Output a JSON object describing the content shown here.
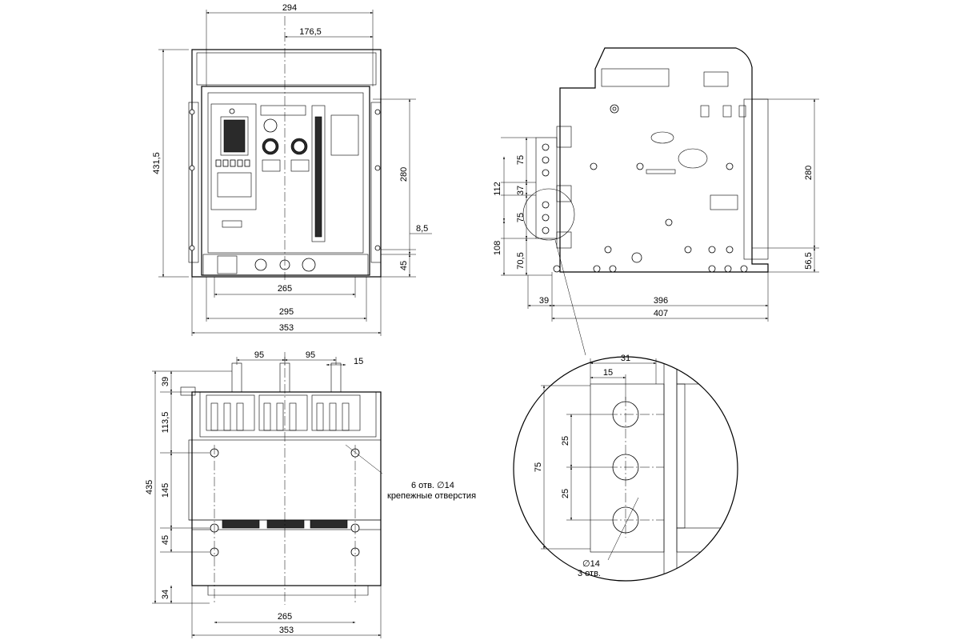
{
  "front_view": {
    "dims": {
      "overall_width": "294",
      "offset": "176,5",
      "height": "431,5",
      "terminal_height": "280",
      "gap": "8,5",
      "bottom": "45",
      "w265": "265",
      "w295": "295",
      "w353": "353"
    }
  },
  "side_view": {
    "dims": {
      "v75": "75",
      "v112": "112",
      "v37": "37",
      "v75b": "75",
      "v108": "108",
      "v70_5": "70,5",
      "h39": "39",
      "h396": "396",
      "h407": "407",
      "v280": "280",
      "v56_5": "56,5"
    }
  },
  "top_view": {
    "dims": {
      "p95a": "95",
      "p95b": "95",
      "p15": "15",
      "v39": "39",
      "v113_5": "113,5",
      "v435": "435",
      "v145": "145",
      "v45": "45",
      "v34": "34",
      "w265": "265",
      "w353": "353"
    },
    "note_line1": "6 отв. ∅14",
    "note_line2": "крепежные отверстия"
  },
  "detail_view": {
    "dims": {
      "d31": "31",
      "d15": "15",
      "d75": "75",
      "d25a": "25",
      "d25b": "25"
    },
    "note_line1": "∅14",
    "note_line2": "3 отв."
  }
}
